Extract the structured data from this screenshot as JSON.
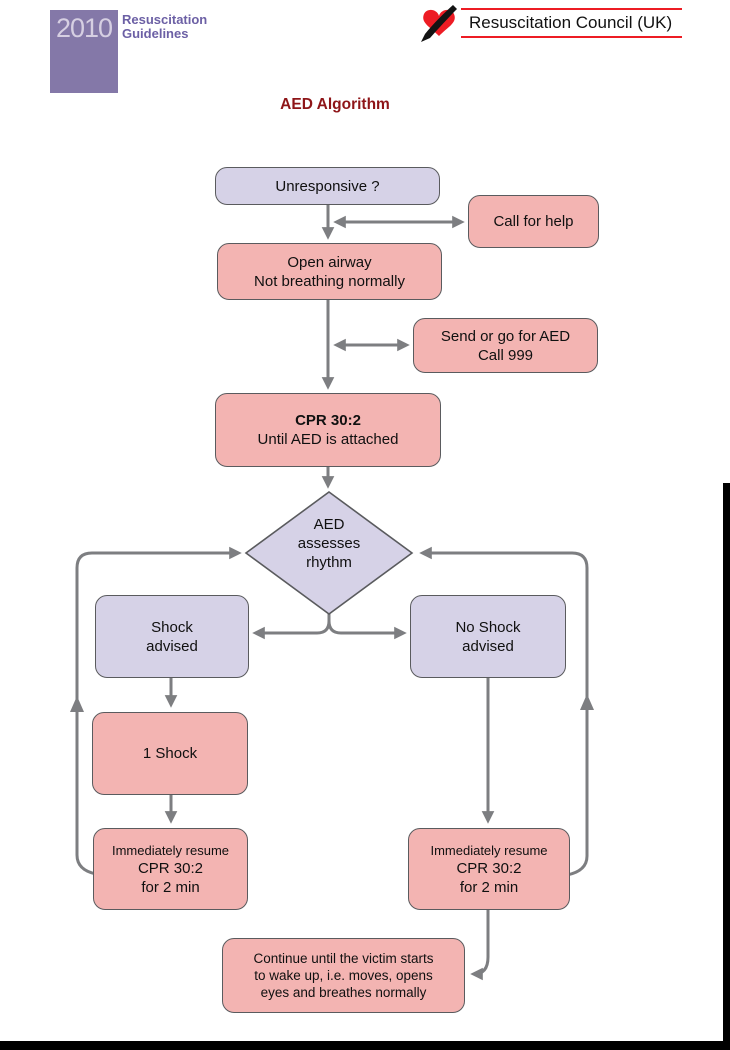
{
  "title": "AED Algorithm",
  "header": {
    "year": "2010",
    "guidelines_line1": "Resuscitation",
    "guidelines_line2": "Guidelines",
    "org_name": "Resuscitation Council (UK)",
    "heart_icon": "heart-with-black-flash-icon"
  },
  "nodes": {
    "unresponsive": {
      "text": "Unresponsive ?"
    },
    "call_for_help": {
      "text": "Call for help"
    },
    "open_airway": {
      "line1": "Open airway",
      "line2": "Not breathing normally"
    },
    "send_for_aed": {
      "line1": "Send or go for AED",
      "line2": "Call 999"
    },
    "cpr": {
      "line1": "CPR 30:2",
      "line2": "Until AED is attached"
    },
    "aed_assesses": {
      "line1": "AED",
      "line2": "assesses",
      "line3": "rhythm"
    },
    "shock_advised": {
      "line1": "Shock",
      "line2": "advised"
    },
    "no_shock_advised": {
      "line1": "No Shock",
      "line2": "advised"
    },
    "one_shock": {
      "text": "1 Shock"
    },
    "resume_left": {
      "line1": "Immediately resume",
      "line2": "CPR 30:2",
      "line3": "for 2 min"
    },
    "resume_right": {
      "line1": "Immediately resume",
      "line2": "CPR 30:2",
      "line3": "for 2 min"
    },
    "continue_until": {
      "line1": "Continue until the victim starts",
      "line2": "to wake up, i.e. moves, opens",
      "line3": "eyes and breathes normally"
    }
  },
  "colors": {
    "node_pink": "#F3B4B2",
    "node_lavender": "#D6D2E7",
    "node_border_gray": "#5A5B5E",
    "connector_gray": "#7D7E81",
    "header_purple": "#8478A8",
    "guidelines_purple": "#6C60A5",
    "title_maroon": "#8E1518",
    "logo_red": "#ED1C24",
    "edge_bar_black": "#000000"
  }
}
